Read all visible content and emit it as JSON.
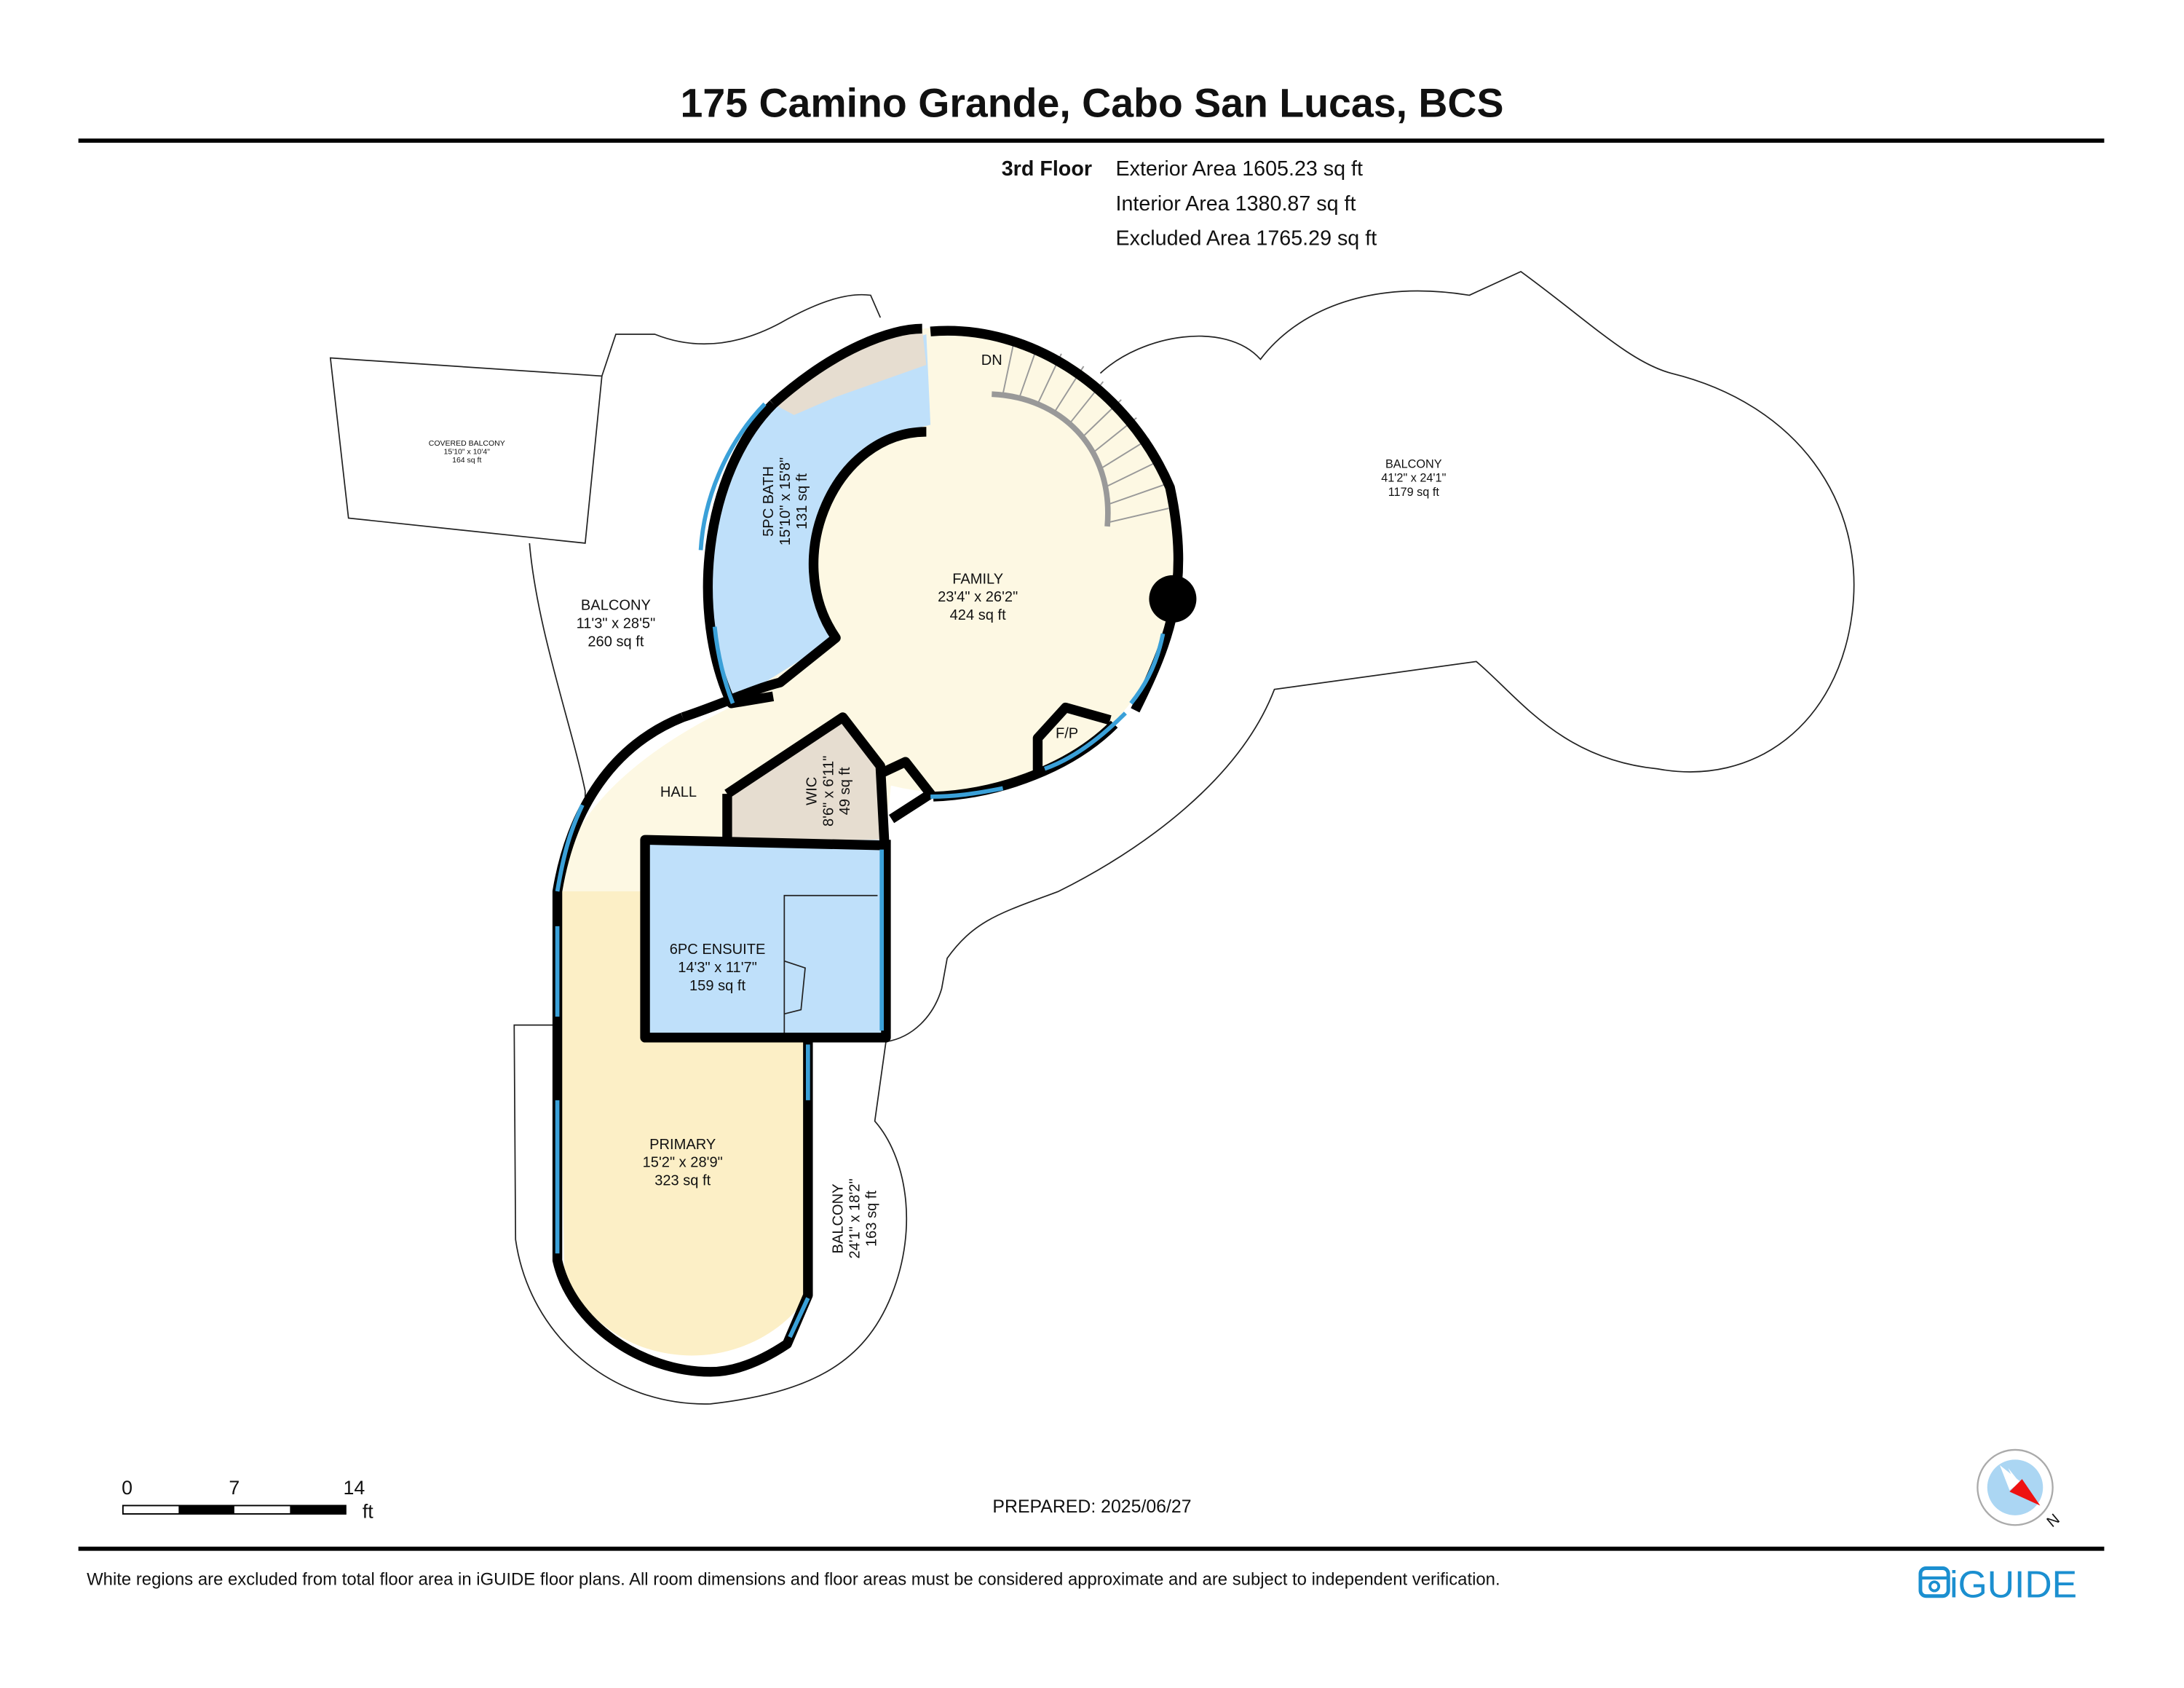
{
  "title": "175 Camino Grande, Cabo San Lucas, BCS",
  "floor": {
    "name": "3rd Floor",
    "exterior_area": "Exterior Area 1605.23 sq ft",
    "interior_area": "Interior Area 1380.87 sq ft",
    "excluded_area": "Excluded Area 1765.29 sq ft"
  },
  "rooms": {
    "covered_balcony": {
      "name": "COVERED BALCONY",
      "dims": "15'10\" x 10'4\"",
      "area": "164 sq ft"
    },
    "balcony_left": {
      "name": "BALCONY",
      "dims": "11'3\" x 28'5\"",
      "area": "260 sq ft"
    },
    "bath": {
      "name": "5PC BATH",
      "dims": "15'10\" x 15'8\"",
      "area": "131 sq ft"
    },
    "family": {
      "name": "FAMILY",
      "dims": "23'4\" x 26'2\"",
      "area": "424 sq ft"
    },
    "balcony_right": {
      "name": "BALCONY",
      "dims": "41'2\" x 24'1\"",
      "area": "1179 sq ft"
    },
    "hall": {
      "name": "HALL"
    },
    "wic": {
      "name": "WIC",
      "dims": "8'6\" x 6'11\"",
      "area": "49 sq ft"
    },
    "ensuite": {
      "name": "6PC ENSUITE",
      "dims": "14'3\" x 11'7\"",
      "area": "159 sq ft"
    },
    "primary": {
      "name": "PRIMARY",
      "dims": "15'2\" x 28'9\"",
      "area": "323 sq ft"
    },
    "balcony_bottom": {
      "name": "BALCONY",
      "dims": "24'1\" x 18'2\"",
      "area": "163 sq ft"
    }
  },
  "labels": {
    "down": "DN",
    "fireplace": "F/P"
  },
  "scale": {
    "ticks": [
      "0",
      "7",
      "14"
    ],
    "unit": "ft"
  },
  "prepared": "PREPARED: 2025/06/27",
  "compass": {
    "label": "N"
  },
  "disclaimer": "White regions are excluded from total floor area in iGUIDE floor plans. All room dimensions and floor areas must be considered approximate and are subject to independent verification.",
  "logo": "iGUIDE",
  "colors": {
    "bath": "#bfe0fa",
    "family": "#fdf8e3",
    "primary": "#fcefc6",
    "wic": "#e6ddd0",
    "window": "#3aa0d8",
    "logo": "#1b8fd0",
    "compass_red": "#ee1111"
  }
}
